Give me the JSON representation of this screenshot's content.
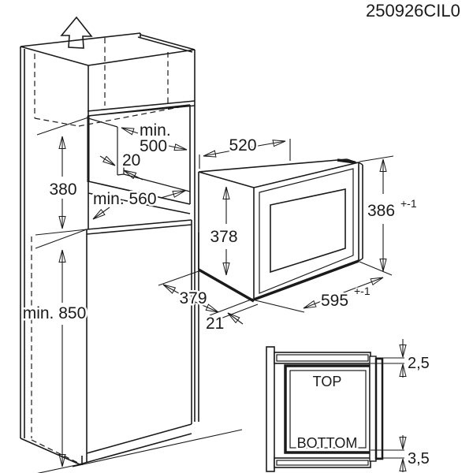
{
  "header": {
    "code": "250926CIL0"
  },
  "icons": {
    "removal_direction": "up-arrow"
  },
  "colors": {
    "line": "#1a1a1a",
    "background": "#ffffff"
  },
  "cabinet_view": {
    "niche_width_prefix": "min.",
    "niche_width_value": "500",
    "rear_gap": "20",
    "niche_height": "380",
    "niche_depth": "min. 560",
    "floor_clearance": "min. 850"
  },
  "oven_view": {
    "top_width": "520",
    "body_height": "378",
    "front_height": "386",
    "front_height_tol": "+-1",
    "front_width": "595",
    "front_width_tol": "+-1",
    "body_depth": "379",
    "door_offset": "21"
  },
  "section_view": {
    "top_label": "TOP",
    "bottom_label": "BOTTOM",
    "top_clearance": "2,5",
    "bottom_clearance": "3,5"
  }
}
